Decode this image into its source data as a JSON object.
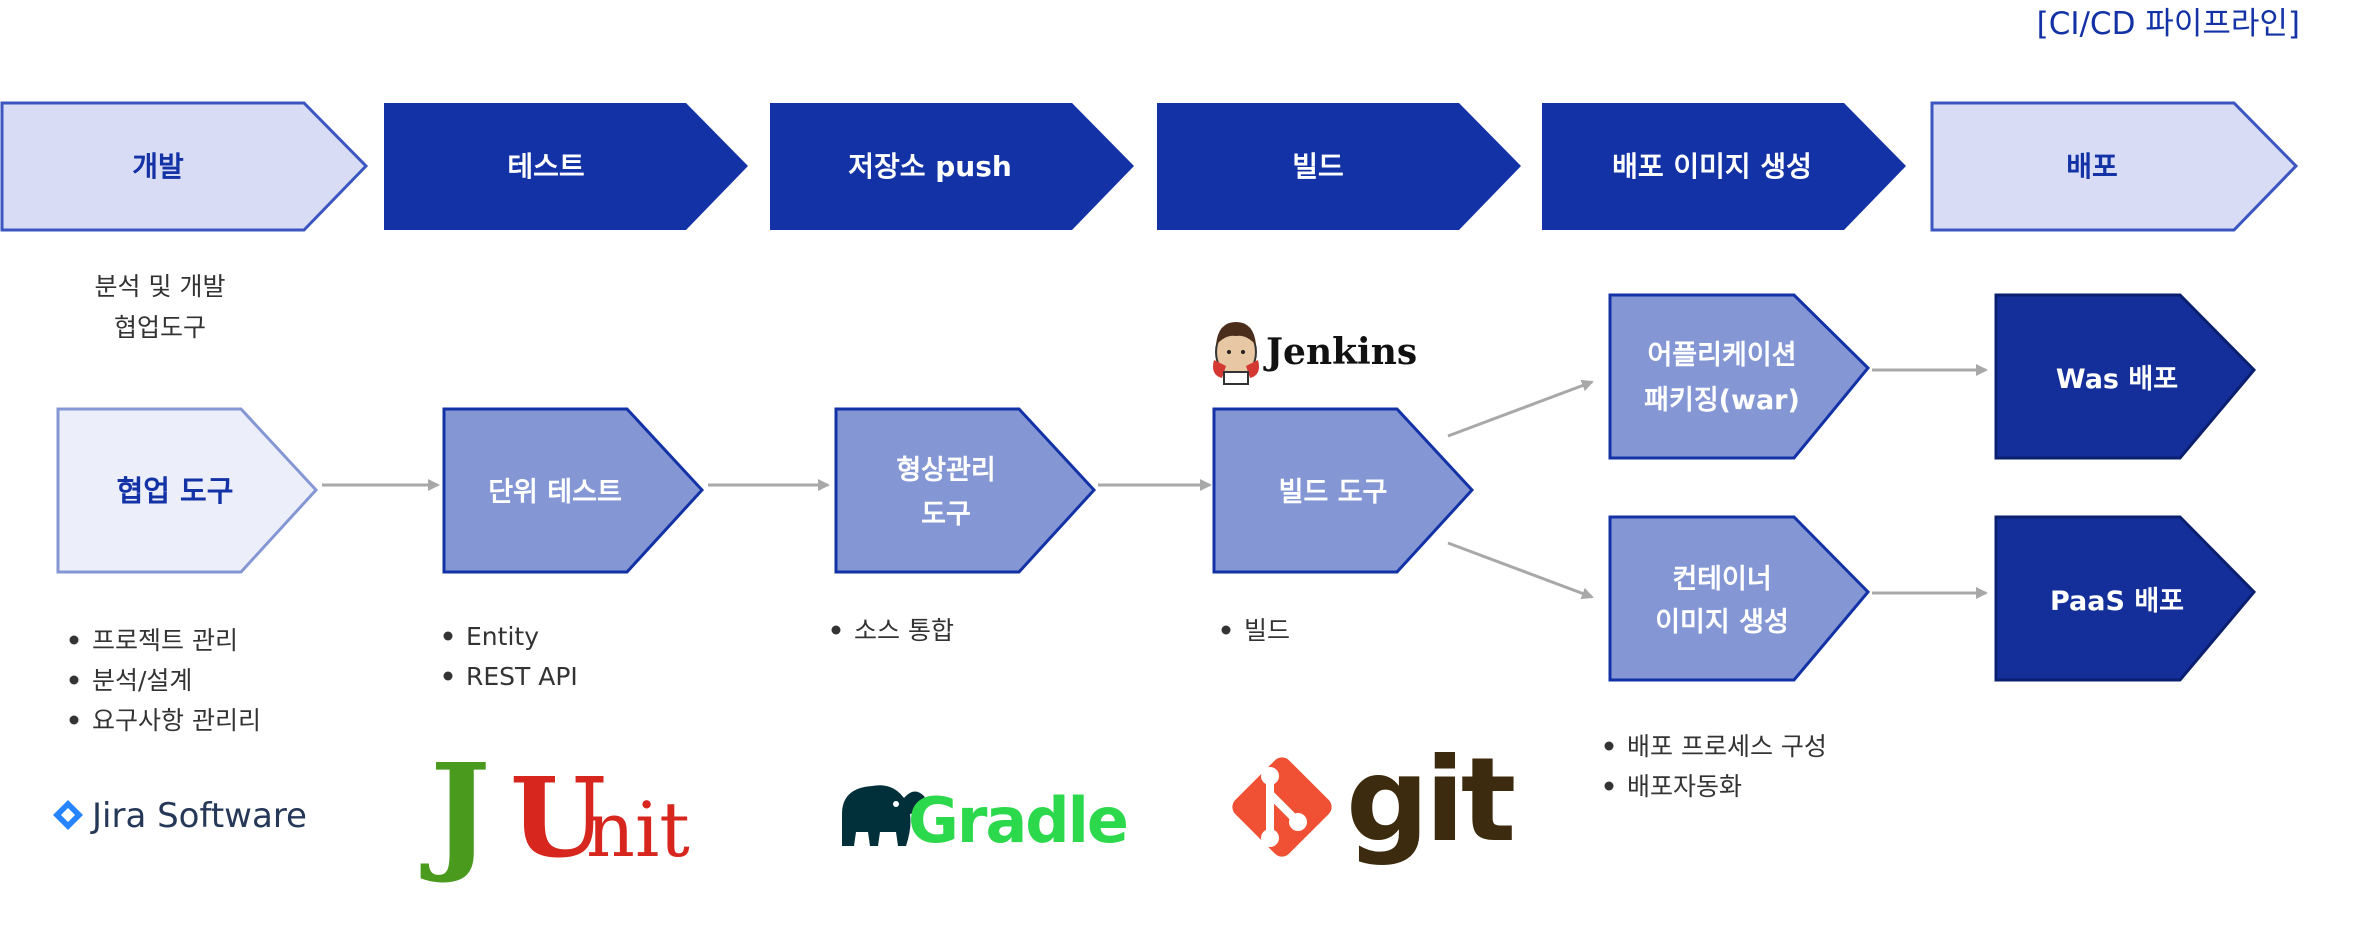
{
  "title": "[CI/CD 파이프라인]",
  "colors": {
    "dark_blue": "#1232a6",
    "light_fill": "#d8dcf4",
    "mid_fill": "#8497d4",
    "pale_fill": "#eceffa",
    "navy": "#142f9a",
    "arrow_gray": "#a8a8a8"
  },
  "stages": [
    {
      "label": "개발",
      "style": "light"
    },
    {
      "label": "테스트",
      "style": "dark"
    },
    {
      "label": "저장소 push",
      "style": "dark"
    },
    {
      "label": "빌드",
      "style": "dark"
    },
    {
      "label": "배포 이미지 생성",
      "style": "dark"
    },
    {
      "label": "배포",
      "style": "light"
    }
  ],
  "dev_caption": [
    "분석 및 개발",
    "협업도구"
  ],
  "tools": {
    "collab": {
      "lines": [
        "협업 도구"
      ],
      "bullets": [
        "프로젝트 관리",
        "분석/설계",
        "요구사항 관리리"
      ]
    },
    "unit_test": {
      "lines": [
        "단위 테스트"
      ],
      "bullets": [
        "Entity",
        "REST API"
      ]
    },
    "scm": {
      "lines": [
        "형상관리",
        "도구"
      ],
      "bullets": [
        "소스 통합"
      ]
    },
    "build": {
      "lines": [
        "빌드 도구"
      ],
      "bullets": [
        "빌드"
      ]
    },
    "packaging": {
      "lines": [
        "어플리케이션",
        "패키징(war)"
      ]
    },
    "container": {
      "lines": [
        "컨테이너",
        "이미지 생성"
      ],
      "bullets": [
        "배포 프로세스 구성",
        "배포자동화"
      ]
    },
    "was_deploy": {
      "lines": [
        "Was 배포"
      ]
    },
    "paas_deploy": {
      "lines": [
        "PaaS 배포"
      ]
    }
  },
  "logos": {
    "jira": {
      "text": "Jira Software",
      "icon": "jira-diamond-icon"
    },
    "junit": {
      "j": "J",
      "u": "U",
      "nit": "nit"
    },
    "gradle": {
      "text": "Gradle",
      "icon": "gradle-elephant-icon"
    },
    "git": {
      "text": "git",
      "icon": "git-branch-icon"
    },
    "jenkins": {
      "text": "Jenkins",
      "icon": "jenkins-butler-icon"
    }
  }
}
